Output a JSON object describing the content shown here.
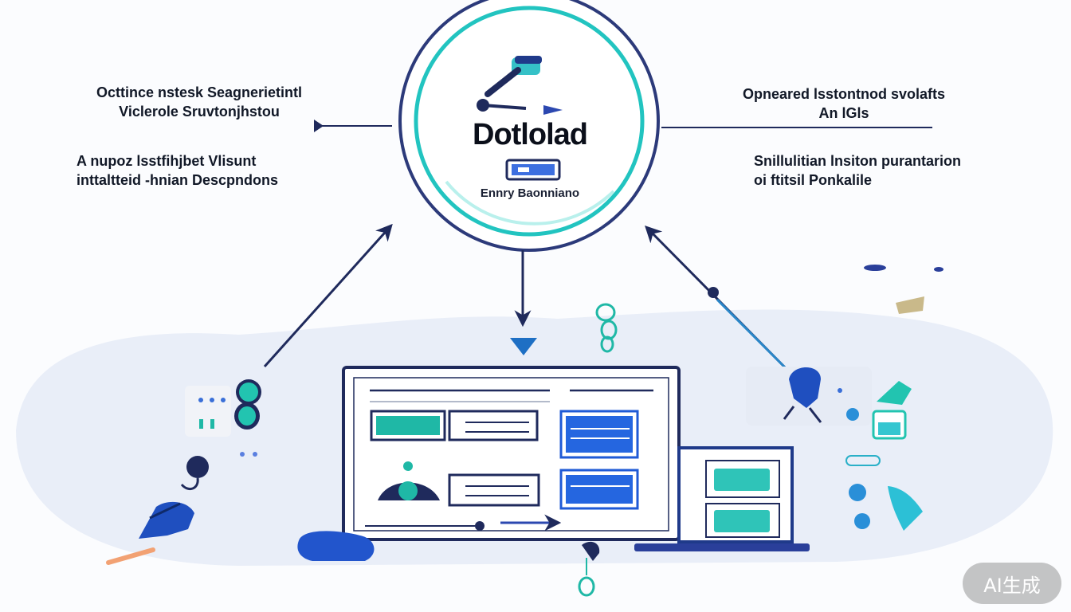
{
  "labels": {
    "top_left": [
      "Octtince nstesk Seagnerietintl",
      "Viclerole Sruvtonjhstou"
    ],
    "mid_left": [
      "A nupoz lsstfihjbet Vlisunt",
      "inttaltteid -hnian Descpndons"
    ],
    "top_right": [
      "Opneared lsstontnod svolafts",
      "An   lGls"
    ],
    "mid_right": [
      "Snillulitian lnsiton purantarion",
      "oi ftitsil Ponkalile"
    ]
  },
  "hub": {
    "title": "Dotlolad",
    "subtitle": "Ennry Baonniano"
  },
  "badge": "AI生成",
  "colors": {
    "navy": "#1f2a5c",
    "teal": "#18bfb0",
    "blue": "#1f5ad6",
    "ring_outer": "#2c3a7a",
    "ring_inner": "#22c4c0",
    "blob": "#e9eef8"
  },
  "icons": [
    "gear-icon",
    "wrench-icon",
    "arrow-icon",
    "monitor-icon",
    "laptop-icon",
    "hand-pen-icon",
    "person-icon",
    "pin-icon",
    "link-icon"
  ]
}
